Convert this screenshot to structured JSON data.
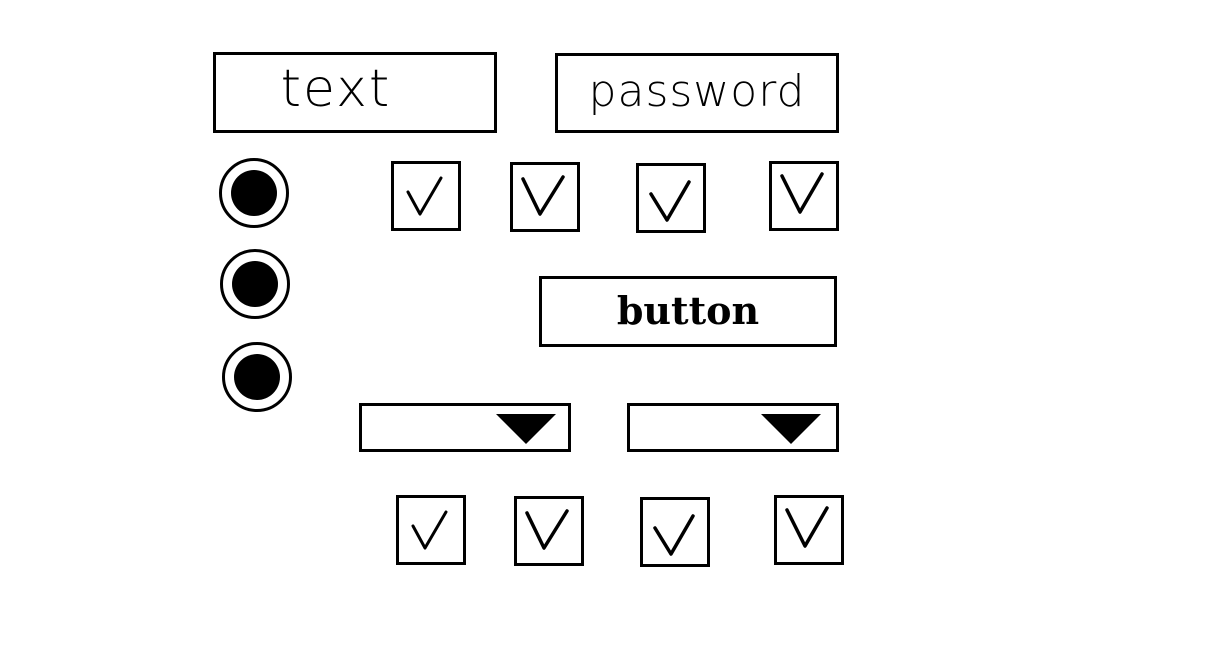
{
  "text_field": {
    "value": "text"
  },
  "password_field": {
    "value": "password"
  },
  "button": {
    "label": "button"
  },
  "radios": [
    {
      "checked": true
    },
    {
      "checked": true
    },
    {
      "checked": true
    }
  ],
  "checkboxes_top": [
    {
      "checked": true,
      "icon": "checkmark-icon"
    },
    {
      "checked": true,
      "icon": "checkmark-icon"
    },
    {
      "checked": true,
      "icon": "checkmark-icon"
    },
    {
      "checked": true,
      "icon": "checkmark-icon"
    }
  ],
  "dropdowns": [
    {
      "icon": "dropdown-arrow-icon"
    },
    {
      "icon": "dropdown-arrow-icon"
    }
  ],
  "checkboxes_bottom": [
    {
      "checked": true,
      "icon": "checkmark-icon"
    },
    {
      "checked": true,
      "icon": "checkmark-icon"
    },
    {
      "checked": true,
      "icon": "checkmark-icon"
    },
    {
      "checked": true,
      "icon": "checkmark-icon"
    }
  ]
}
